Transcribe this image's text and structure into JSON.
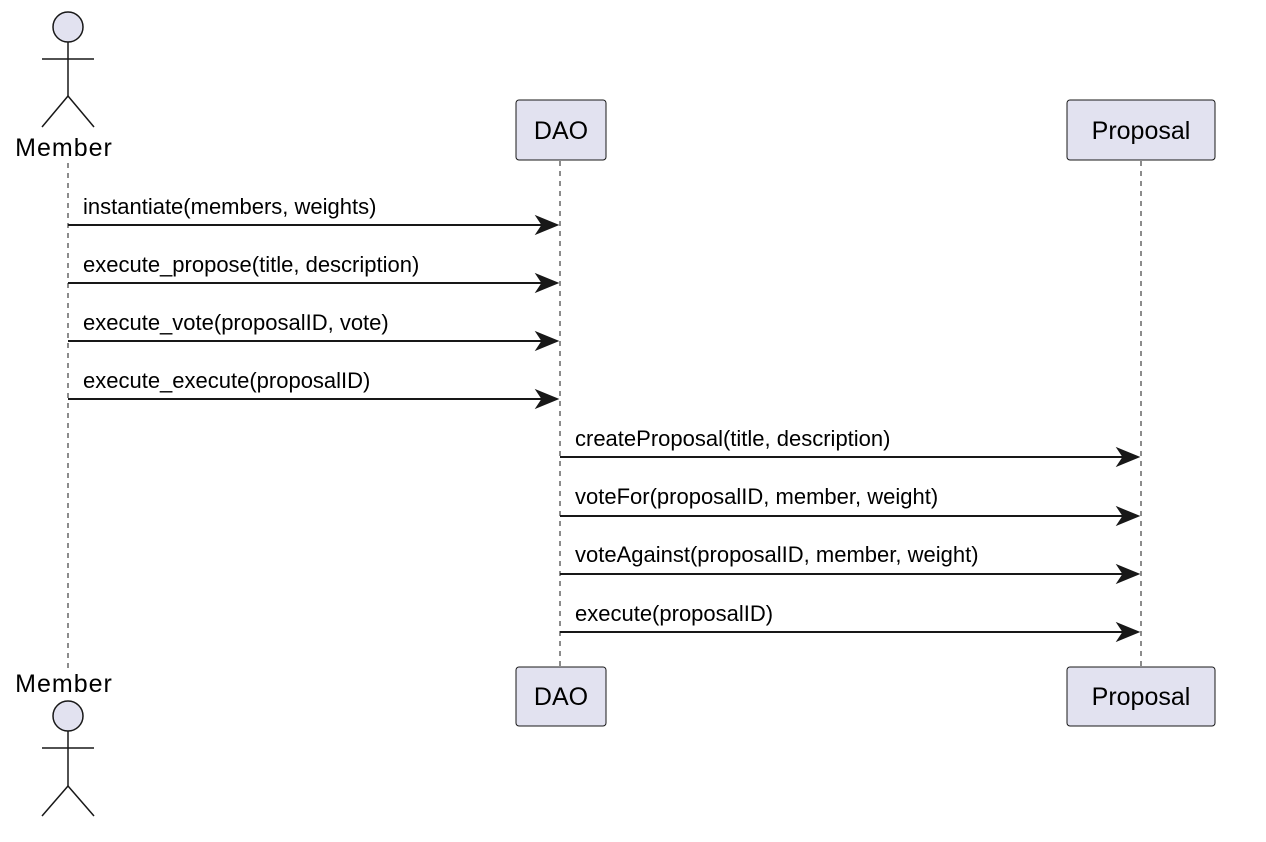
{
  "participants": {
    "member": {
      "label": "Member"
    },
    "dao": {
      "label": "DAO"
    },
    "proposal": {
      "label": "Proposal"
    }
  },
  "messages": [
    {
      "from": "member",
      "to": "dao",
      "label": "instantiate(members, weights)"
    },
    {
      "from": "member",
      "to": "dao",
      "label": "execute_propose(title, description)"
    },
    {
      "from": "member",
      "to": "dao",
      "label": "execute_vote(proposalID, vote)"
    },
    {
      "from": "member",
      "to": "dao",
      "label": "execute_execute(proposalID)"
    },
    {
      "from": "dao",
      "to": "proposal",
      "label": "createProposal(title, description)"
    },
    {
      "from": "dao",
      "to": "proposal",
      "label": "voteFor(proposalID, member, weight)"
    },
    {
      "from": "dao",
      "to": "proposal",
      "label": "voteAgainst(proposalID, member, weight)"
    },
    {
      "from": "dao",
      "to": "proposal",
      "label": "execute(proposalID)"
    }
  ]
}
